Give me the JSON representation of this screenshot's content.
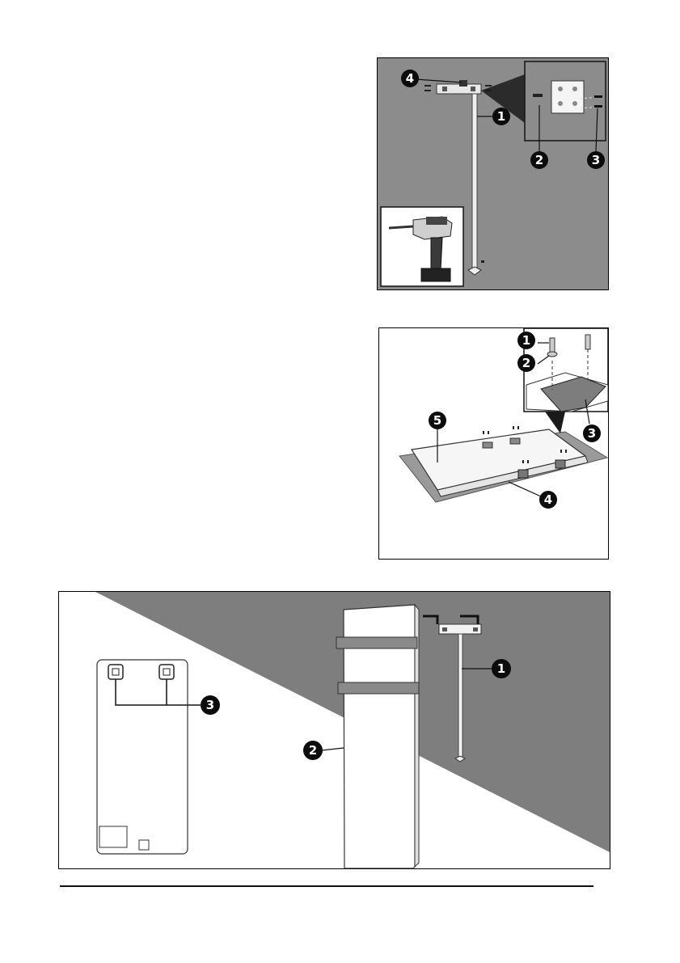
{
  "figures": {
    "mounting_rail": {
      "callouts": [
        "4",
        "1",
        "2",
        "3"
      ]
    },
    "bracket_attach": {
      "callouts": [
        "1",
        "2",
        "3",
        "5",
        "4"
      ]
    },
    "hanging_heater": {
      "callouts": [
        "1",
        "2",
        "3"
      ]
    }
  },
  "colors": {
    "wall_gray": "#8c8c8c",
    "callout_black": "#0c0c0c",
    "line": "#111111"
  }
}
